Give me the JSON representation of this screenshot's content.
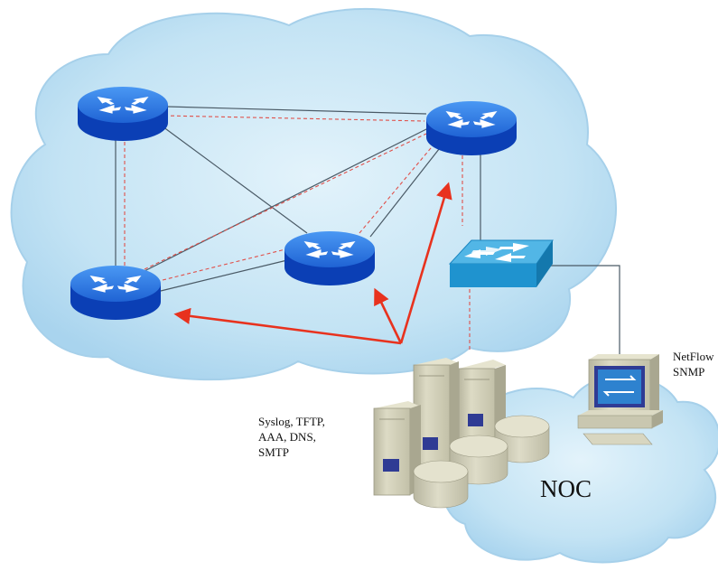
{
  "labels": {
    "noc": "NOC",
    "services": "Syslog, TFTP,\nAAA, DNS,\nSMTP",
    "management": "NetFlow\nSNMP"
  },
  "colors": {
    "cloud_fill": "#c7e6f6",
    "cloud_edge": "#8fc3e2",
    "router_top": "#2f7ee8",
    "router_side": "#0b3fb5",
    "switch_top": "#3aa6dc",
    "switch_side": "#1788c4",
    "link_solid": "#4a5a66",
    "link_dashed": "#e0504a",
    "flow_arrow": "#e8321e",
    "server_body": "#cfcdb5",
    "screen": "#2f3b94"
  },
  "icons": [
    "router-icon",
    "switch-icon",
    "server-icon",
    "database-icon",
    "workstation-icon",
    "cloud-icon"
  ]
}
